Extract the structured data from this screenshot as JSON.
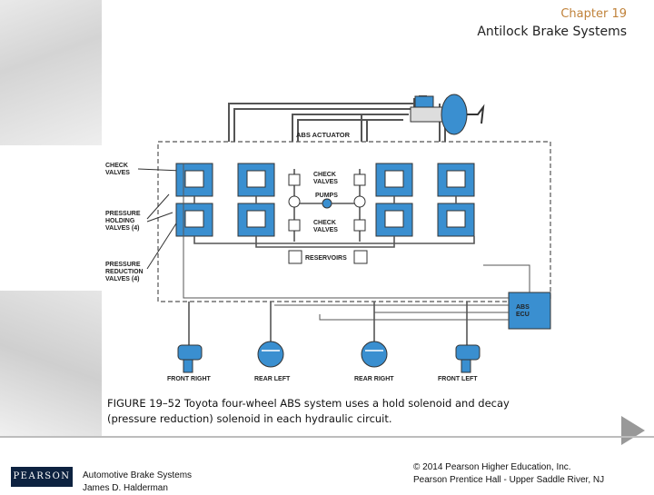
{
  "header": {
    "chapter": "Chapter 19",
    "subtitle": "Antilock Brake Systems"
  },
  "diagram": {
    "actuator_label": "ABS ACTUATOR",
    "check_valves_left": [
      "CHECK",
      "VALVES"
    ],
    "holding_valves": [
      "PRESSURE",
      "HOLDING",
      "VALVES (4)"
    ],
    "reduction_valves": [
      "PRESSURE",
      "REDUCTION",
      "VALVES (4)"
    ],
    "check_valves_upper": [
      "CHECK",
      "VALVES"
    ],
    "pumps": "PUMPS",
    "check_valves_lower": [
      "CHECK",
      "VALVES"
    ],
    "reservoirs": "RESERVOIRS",
    "ecu": [
      "ABS",
      "ECU"
    ],
    "wheels": [
      "FRONT RIGHT",
      "REAR LEFT",
      "REAR RIGHT",
      "FRONT LEFT"
    ]
  },
  "caption": {
    "line1": "FIGURE 19–52 Toyota four-wheel ABS system uses a hold solenoid and decay",
    "line2": "(pressure reduction) solenoid in each hydraulic circuit."
  },
  "footer": {
    "logo": "PEARSON",
    "book_title": "Automotive Brake Systems",
    "author": "James D. Halderman",
    "copyright": "© 2014 Pearson Higher Education, Inc.",
    "publisher": "Pearson Prentice Hall - Upper Saddle River, NJ"
  },
  "colors": {
    "accent_blue": "#3a8fd0",
    "chapter_color": "#c0823a"
  }
}
